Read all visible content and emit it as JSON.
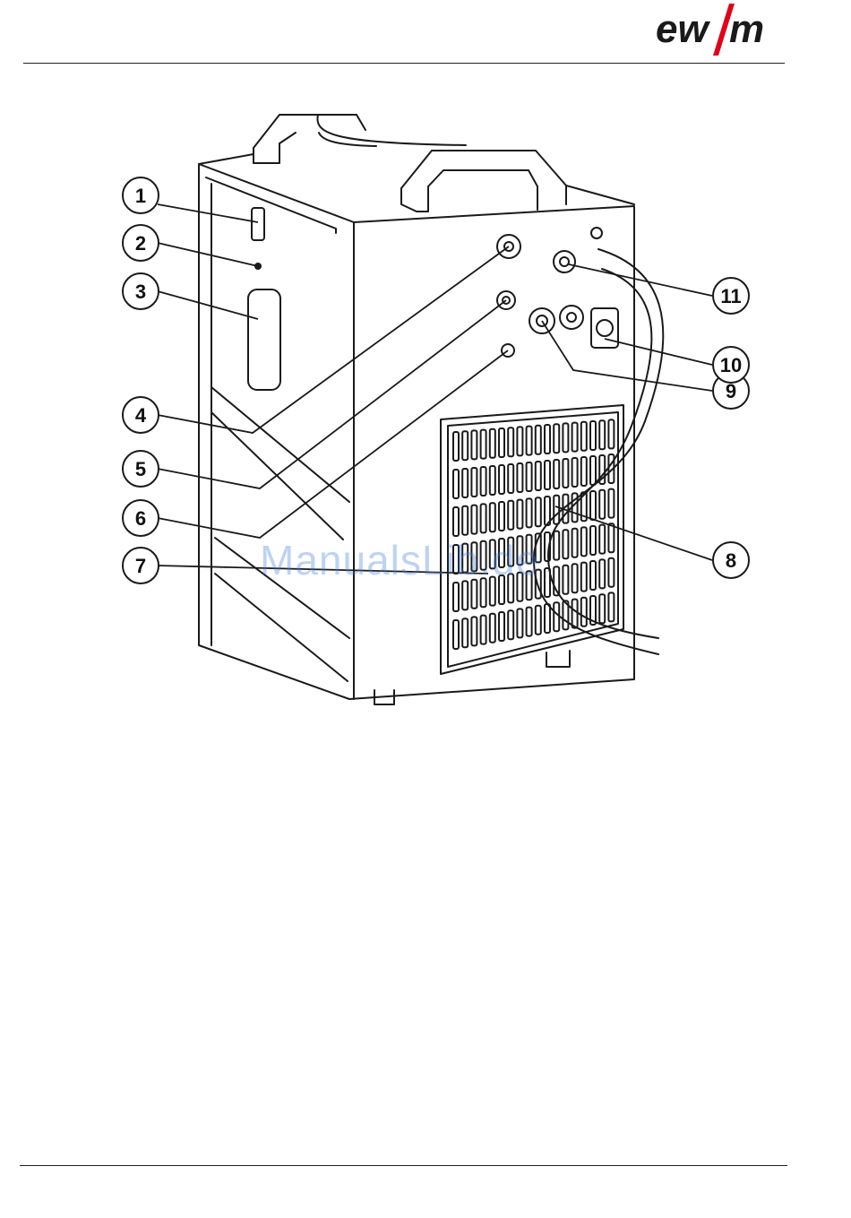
{
  "brand": {
    "logo_text": "ewm",
    "accent": "#e2001a"
  },
  "figure": {
    "callouts": [
      "1",
      "2",
      "3",
      "4",
      "5",
      "6",
      "7",
      "8",
      "9",
      "10",
      "11"
    ]
  },
  "watermark": "ManualsLib.de"
}
